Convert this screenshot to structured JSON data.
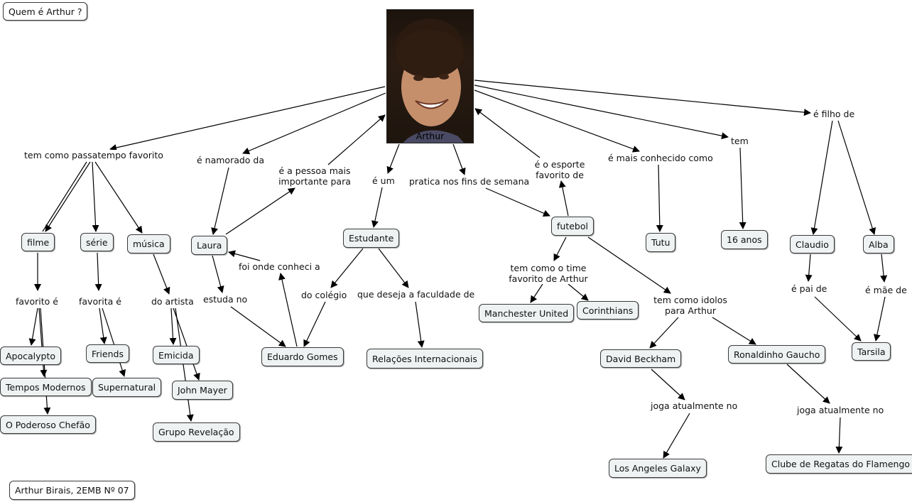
{
  "title": "Quem é Arthur ?",
  "author": "Arthur Birais, 2EMB Nº 07",
  "center": {
    "caption": "Arthur",
    "icon": "portrait-photo"
  },
  "nodes": {
    "filme": "filme",
    "serie": "série",
    "musica": "música",
    "laura": "Laura",
    "estudante": "Estudante",
    "futebol": "futebol",
    "tutu": "Tutu",
    "anos": "16 anos",
    "claudio": "Claudio",
    "alba": "Alba",
    "apocalypto": "Apocalypto",
    "tempos": "Tempos Modernos",
    "poderoso": "O Poderoso Chefão",
    "friends": "Friends",
    "supernatural": "Supernatural",
    "emicida": "Emicida",
    "johnmayer": "John Mayer",
    "revelacao": "Grupo Revelação",
    "eduardo": "Eduardo Gomes",
    "relacoes": "Relações Internacionais",
    "manchester": "Manchester United",
    "corinthians": "Corinthians",
    "beckham": "David Beckham",
    "ronaldinho": "Ronaldinho Gaucho",
    "galaxy": "Los Angeles Galaxy",
    "flamengo": "Clube de Regatas do Flamengo",
    "tarsila": "Tarsila"
  },
  "links": {
    "passatempo": "tem como passatempo favorito",
    "namorado": "é namorado da",
    "pessoa": "é a pessoa mais importante para",
    "eum": "é um",
    "pratica": "pratica nos fins de semana",
    "esporte": "é o esporte favorito de",
    "conhecido": "é mais conhecido como",
    "tem": "tem",
    "filho": "é filho de",
    "favorito_filme": "favorito é",
    "favorita_serie": "favorita é",
    "artista": "do artista",
    "estuda": "estuda no",
    "conheci": "foi onde conheci a",
    "colegio": "do colégio",
    "faculdade": "que deseja a faculdade de",
    "time": "tem como o time favorito de Arthur",
    "idolos": "tem como idolos para Arthur",
    "joga1": "joga atualmente no",
    "joga2": "joga atualmente no",
    "pai": "é pai de",
    "mae": "é mãe de"
  }
}
